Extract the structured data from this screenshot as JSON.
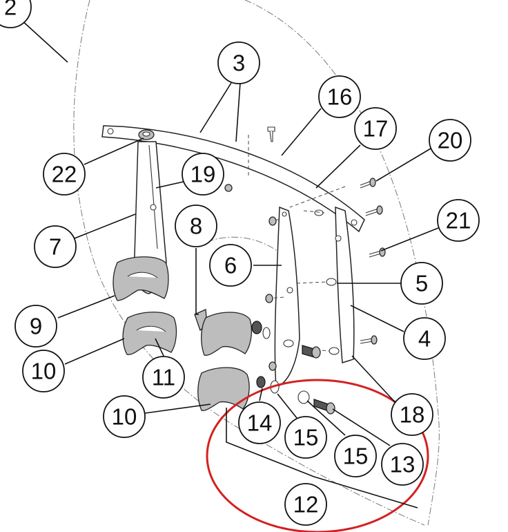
{
  "diagram": {
    "callouts": [
      "2",
      "3",
      "16",
      "17",
      "20",
      "22",
      "19",
      "21",
      "7",
      "8",
      "6",
      "5",
      "9",
      "4",
      "10",
      "11",
      "18",
      "14",
      "15",
      "13",
      "12"
    ],
    "highlight_color": "#d42020",
    "line_color": "#111111"
  }
}
